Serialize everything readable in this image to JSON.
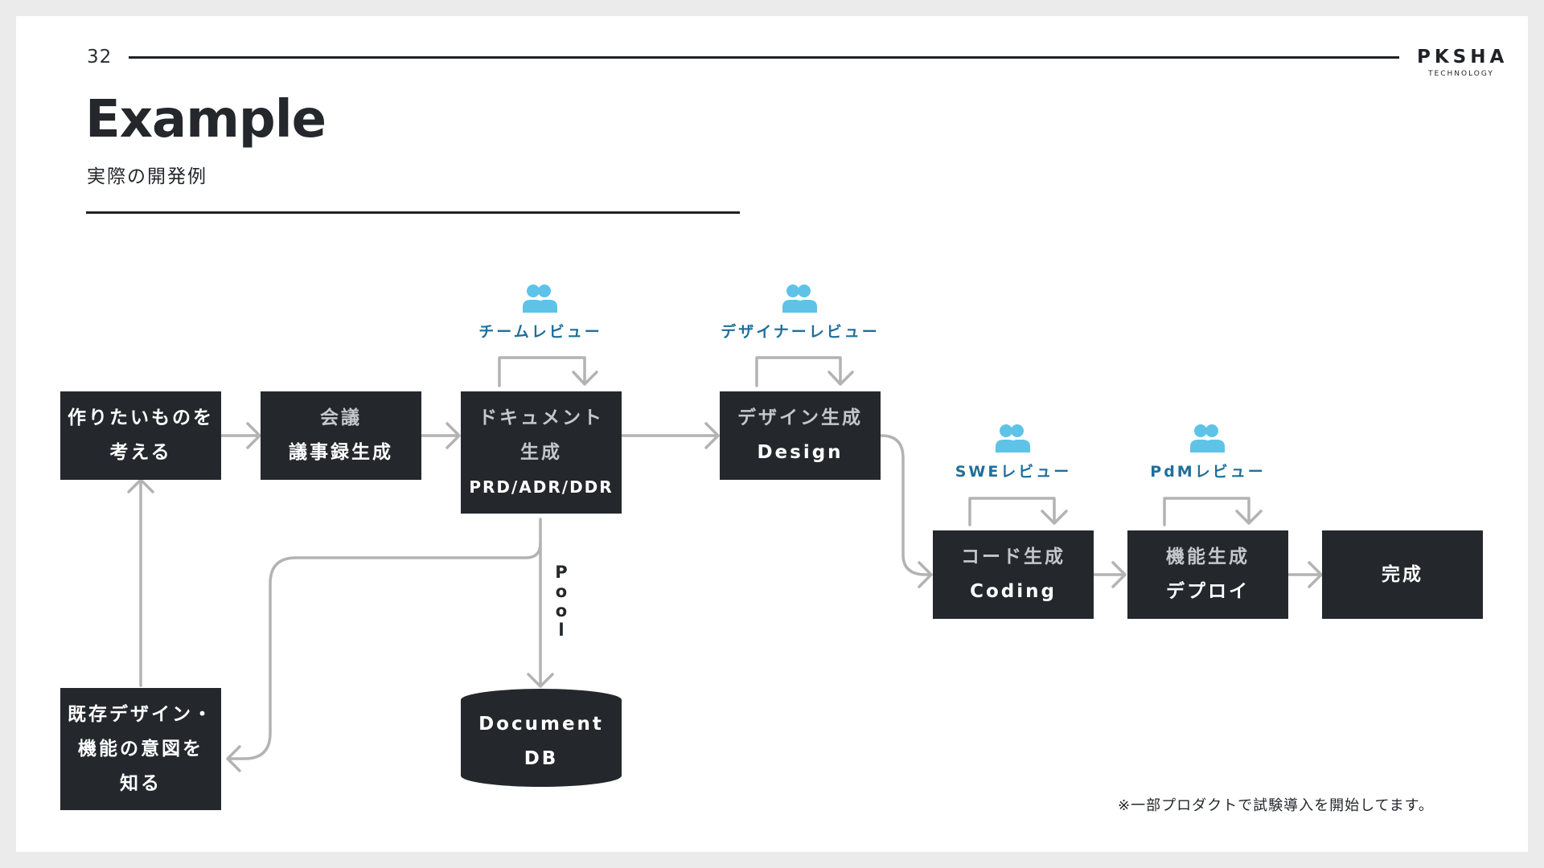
{
  "header": {
    "page_number": "32",
    "logo_word": "PKSHA",
    "logo_sub": "TECHNOLOGY"
  },
  "title": "Example",
  "subtitle": "実際の開発例",
  "boxes": {
    "idea": {
      "line1": "作りたいものを",
      "line2": "考える"
    },
    "meeting": {
      "line1": "会議",
      "line2": "議事録生成"
    },
    "docgen": {
      "line1": "ドキュメント",
      "line2": "生成",
      "line3": "PRD/ADR/DDR"
    },
    "design": {
      "line1": "デザイン生成",
      "line2": "Design"
    },
    "coding": {
      "line1": "コード生成",
      "line2": "Coding"
    },
    "feature": {
      "line1": "機能生成",
      "line2": "デプロイ"
    },
    "done": {
      "line1": "完成"
    },
    "existing": {
      "line1": "既存デザイン・",
      "line2": "機能の意図を",
      "line3": "知る"
    }
  },
  "database": {
    "line1": "Document",
    "line2": "DB"
  },
  "pool_label": [
    "P",
    "o",
    "o",
    "l"
  ],
  "reviews": {
    "team": "チームレビュー",
    "designer": "デザイナーレビュー",
    "swe": "SWEレビュー",
    "pdm": "PdMレビュー"
  },
  "icons": {
    "review": "people-icon"
  },
  "colors": {
    "box": "#24282c",
    "review_label": "#1f6f9c",
    "icon": "#5ec3e6",
    "arrow": "#b3b3b3"
  },
  "footnote": "※一部プロダクトで試験導入を開始してます。"
}
